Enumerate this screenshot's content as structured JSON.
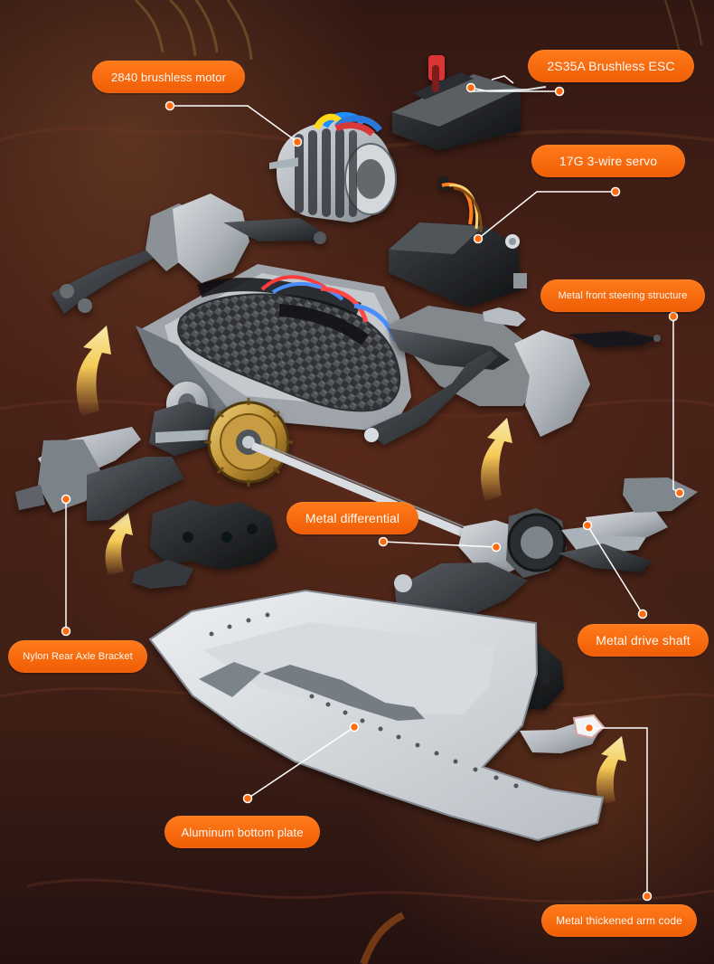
{
  "callouts": {
    "motor": "2840 brushless motor",
    "esc": "2S35A Brushless ESC",
    "servo": "17G 3-wire servo",
    "front_steering": "Metal front steering structure",
    "differential": "Metal differential",
    "rear_axle_bracket": "Nylon Rear Axle Bracket",
    "drive_shaft": "Metal drive shaft",
    "bottom_plate": "Aluminum bottom plate",
    "arm_code": "Metal thickened arm code"
  },
  "colors": {
    "label_fill": "#f05d04",
    "label_text": "#fff7f1",
    "guide_line": "#ffffff",
    "accent_arrow": "#ffd45a",
    "soil_dark": "#321812"
  },
  "icons": {
    "upward_arrow": "upward-arrow-icon",
    "dot": "callout-dot-icon"
  }
}
